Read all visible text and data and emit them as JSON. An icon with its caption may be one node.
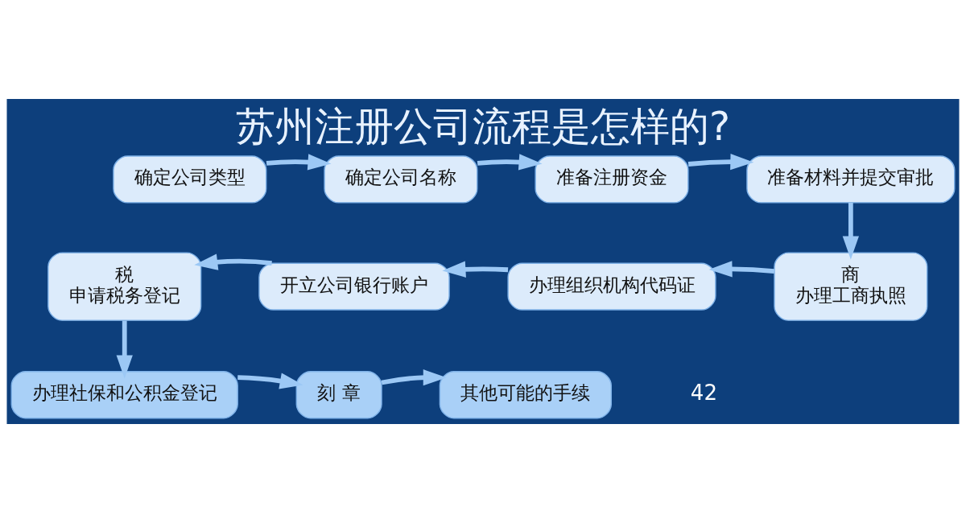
{
  "diagram": {
    "title": "苏州注册公司流程是怎样的?",
    "nodes": [
      {
        "text": [
          "确定公司类型"
        ]
      },
      {
        "text": [
          "确定公司名称"
        ]
      },
      {
        "text": [
          "准备注册资金"
        ]
      },
      {
        "text": [
          "准备材料并提交审批"
        ]
      },
      {
        "text": [
          "商",
          "办理工商执照"
        ]
      },
      {
        "text": [
          "办理组织机构代码证"
        ]
      },
      {
        "text": [
          "开立公司银行账户"
        ]
      },
      {
        "text": [
          "税",
          "申请税务登记"
        ]
      },
      {
        "text": [
          "办理社保和公积金登记"
        ]
      },
      {
        "text": [
          "刻 章"
        ]
      },
      {
        "text": [
          "其他可能的手续"
        ]
      }
    ],
    "edges": [
      {
        "from": 0,
        "to": 1,
        "arrow": "to"
      },
      {
        "from": 1,
        "to": 2,
        "arrow": "to"
      },
      {
        "from": 2,
        "to": 3,
        "arrow": "to"
      },
      {
        "from": 3,
        "to": 4,
        "arrow": "to"
      },
      {
        "from": 4,
        "to": 5,
        "arrow": "to"
      },
      {
        "from": 5,
        "to": 6,
        "arrow": "to"
      },
      {
        "from": 6,
        "to": 7,
        "arrow": "to"
      },
      {
        "from": 7,
        "to": 8,
        "arrow": "to"
      },
      {
        "from": 8,
        "to": 9,
        "arrow": "to"
      },
      {
        "from": 9,
        "to": 10,
        "arrow": "to"
      }
    ],
    "labels": [
      "42"
    ]
  }
}
